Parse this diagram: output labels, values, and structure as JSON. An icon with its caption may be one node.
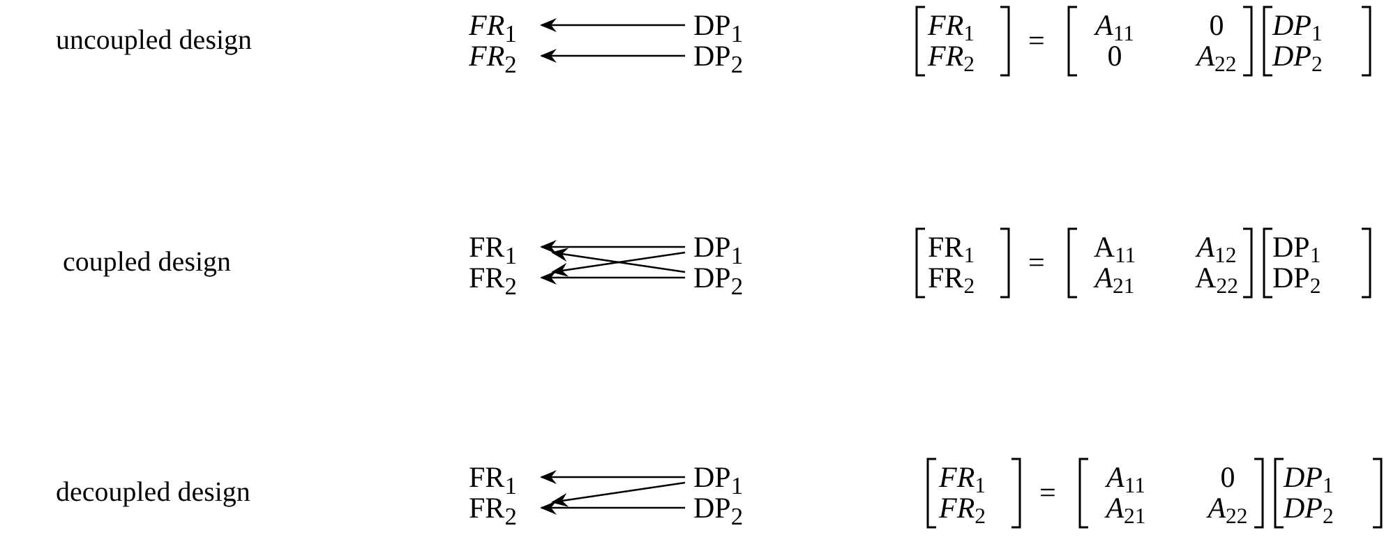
{
  "diagram": {
    "nodes": [
      {
        "text": [
          "*FR*$_{1}$"
        ]
      },
      {
        "text": [
          "DP$_{1}$"
        ]
      },
      {
        "text": [
          "*FR*$_{2}$"
        ]
      },
      {
        "text": [
          "DP$_{2}$"
        ]
      },
      {
        "text": [
          "FR$_{1}$"
        ]
      },
      {
        "text": [
          "DP$_{1}$"
        ]
      },
      {
        "text": [
          "FR$_{2}$"
        ]
      },
      {
        "text": [
          "DP$_{2}$"
        ]
      },
      {
        "text": [
          "FR$_{1}$"
        ]
      },
      {
        "text": [
          "DP$_{1}$"
        ]
      },
      {
        "text": [
          "FR$_{2}$"
        ]
      },
      {
        "text": [
          "DP$_{2}$"
        ]
      }
    ],
    "edges": [
      {
        "from": 1,
        "to": 0,
        "arrow": "to"
      },
      {
        "from": 3,
        "to": 2,
        "arrow": "to"
      },
      {
        "from": 5,
        "to": 4,
        "arrow": "to"
      },
      {
        "from": 5,
        "to": 6,
        "arrow": "to"
      },
      {
        "from": 7,
        "to": 4,
        "arrow": "to"
      },
      {
        "from": 7,
        "to": 6,
        "arrow": "to"
      },
      {
        "from": 9,
        "to": 8,
        "arrow": "to"
      },
      {
        "from": 9,
        "to": 10,
        "arrow": "to"
      },
      {
        "from": 11,
        "to": 10,
        "arrow": "to"
      }
    ],
    "labels": [
      "uncoupled design",
      "*FR*$_{1}$",
      "*FR*$_{2}$",
      "=",
      "*A*$_{11}$",
      "0",
      "0",
      "*A*$_{22}$",
      "*DP*$_{1}$",
      "*DP*$_{2}$",
      "coupled design",
      "FR$_{1}$",
      "FR$_{2}$",
      "=",
      "A$_{11}$",
      "*A*$_{12}$",
      "*A*$_{21}$",
      "A$_{22}$",
      "DP$_{1}$",
      "DP$_{2}$",
      "decoupled design",
      "*FR*$_{1}$",
      "*FR*$_{2}$",
      "=",
      "*A*$_{11}$",
      "0",
      "*A*$_{21}$",
      "*A*$_{22}$",
      "*DP*$_{1}$",
      "*DP*$_{2}$"
    ]
  }
}
